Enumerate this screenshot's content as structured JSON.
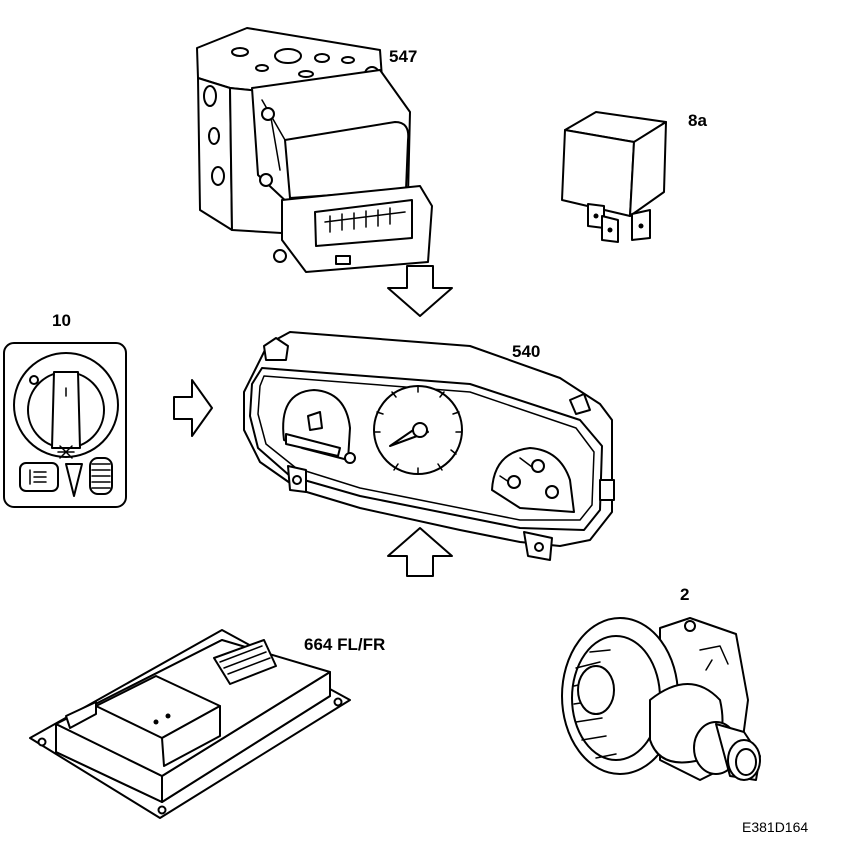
{
  "labels": {
    "abs_module": "547",
    "relay": "8a",
    "light_switch": "10",
    "instrument_cluster": "540",
    "alternator": "2",
    "control_module": "664 FL/FR"
  },
  "figure_code": "E381D164"
}
